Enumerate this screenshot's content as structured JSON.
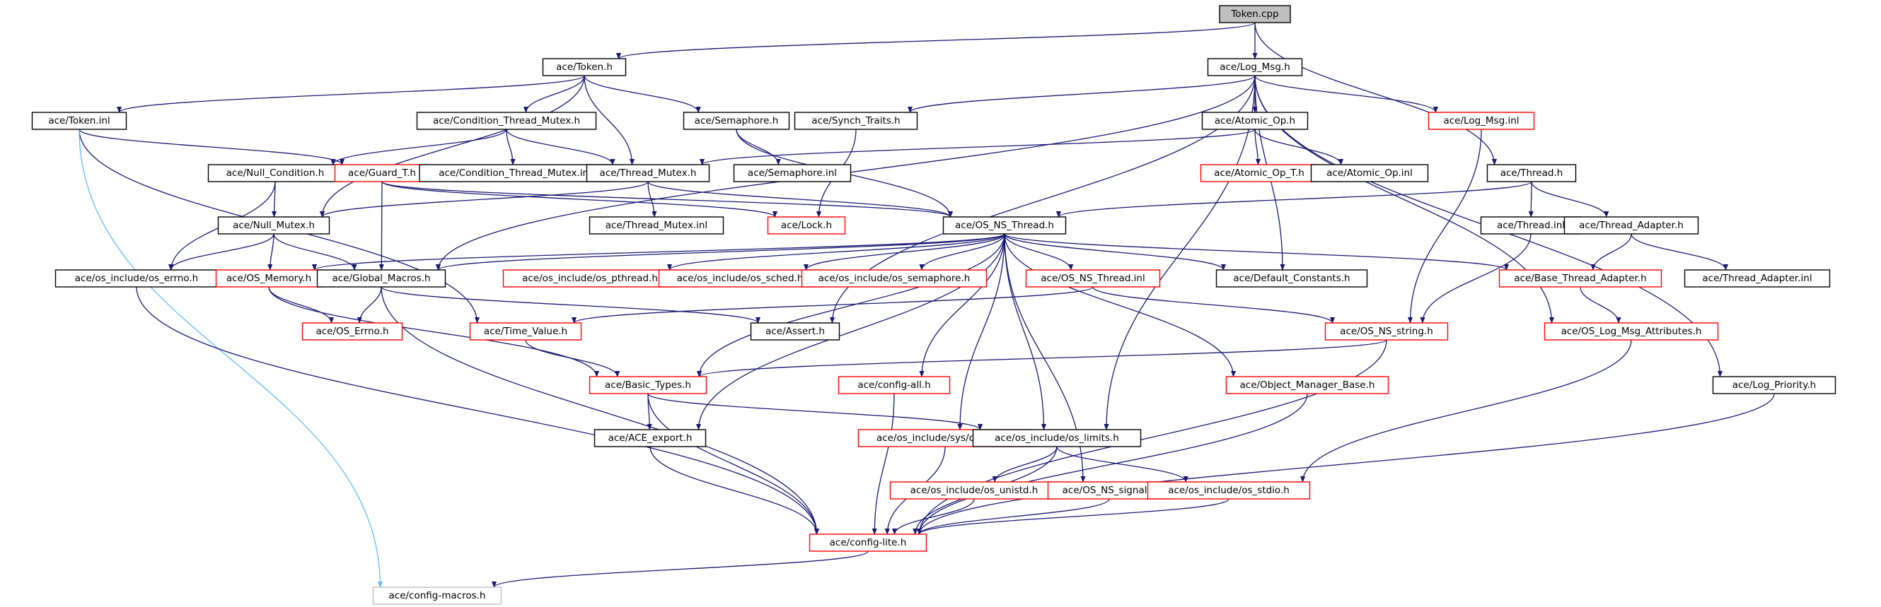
{
  "colors": {
    "normal_border": "#000000",
    "missing_border": "#ff0000",
    "external_border": "#bfbfbf",
    "root_fill": "#bfbfbf",
    "edge_primary": "#191970",
    "edge_external": "#63b8ff"
  },
  "nodes": [
    {
      "id": "token_cpp",
      "label": "Token.cpp",
      "kind": "root"
    },
    {
      "id": "token_h",
      "label": "ace/Token.h",
      "kind": "normal"
    },
    {
      "id": "log_msg_h",
      "label": "ace/Log_Msg.h",
      "kind": "normal"
    },
    {
      "id": "token_inl",
      "label": "ace/Token.inl",
      "kind": "normal"
    },
    {
      "id": "cond_thread_mutex_h",
      "label": "ace/Condition_Thread_Mutex.h",
      "kind": "normal"
    },
    {
      "id": "semaphore_h",
      "label": "ace/Semaphore.h",
      "kind": "normal"
    },
    {
      "id": "synch_traits_h",
      "label": "ace/Synch_Traits.h",
      "kind": "normal"
    },
    {
      "id": "atomic_op_h",
      "label": "ace/Atomic_Op.h",
      "kind": "normal"
    },
    {
      "id": "log_msg_inl",
      "label": "ace/Log_Msg.inl",
      "kind": "missing"
    },
    {
      "id": "thread_h",
      "label": "ace/Thread.h",
      "kind": "normal"
    },
    {
      "id": "null_condition_h",
      "label": "ace/Null_Condition.h",
      "kind": "normal"
    },
    {
      "id": "guard_t_h",
      "label": "ace/Guard_T.h",
      "kind": "missing"
    },
    {
      "id": "cond_thread_mutex_inl",
      "label": "ace/Condition_Thread_Mutex.inl",
      "kind": "normal"
    },
    {
      "id": "thread_mutex_h",
      "label": "ace/Thread_Mutex.h",
      "kind": "normal"
    },
    {
      "id": "semaphore_inl",
      "label": "ace/Semaphore.inl",
      "kind": "normal"
    },
    {
      "id": "atomic_op_t_h",
      "label": "ace/Atomic_Op_T.h",
      "kind": "missing"
    },
    {
      "id": "atomic_op_inl",
      "label": "ace/Atomic_Op.inl",
      "kind": "normal"
    },
    {
      "id": "null_mutex_h",
      "label": "ace/Null_Mutex.h",
      "kind": "normal"
    },
    {
      "id": "thread_mutex_inl",
      "label": "ace/Thread_Mutex.inl",
      "kind": "normal"
    },
    {
      "id": "lock_h",
      "label": "ace/Lock.h",
      "kind": "missing"
    },
    {
      "id": "os_ns_thread_h",
      "label": "ace/OS_NS_Thread.h",
      "kind": "normal"
    },
    {
      "id": "thread_inl",
      "label": "ace/Thread.inl",
      "kind": "normal"
    },
    {
      "id": "thread_adapter_h",
      "label": "ace/Thread_Adapter.h",
      "kind": "normal"
    },
    {
      "id": "os_errno_h",
      "label": "ace/os_include/os_errno.h",
      "kind": "normal"
    },
    {
      "id": "os_memory_h",
      "label": "ace/OS_Memory.h",
      "kind": "missing"
    },
    {
      "id": "global_macros_h",
      "label": "ace/Global_Macros.h",
      "kind": "normal"
    },
    {
      "id": "os_pthread_h",
      "label": "ace/os_include/os_pthread.h",
      "kind": "missing"
    },
    {
      "id": "os_sched_h",
      "label": "ace/os_include/os_sched.h",
      "kind": "missing"
    },
    {
      "id": "os_semaphore_h",
      "label": "ace/os_include/os_semaphore.h",
      "kind": "missing"
    },
    {
      "id": "os_ns_thread_inl",
      "label": "ace/OS_NS_Thread.inl",
      "kind": "missing"
    },
    {
      "id": "default_constants_h",
      "label": "ace/Default_Constants.h",
      "kind": "normal"
    },
    {
      "id": "base_thread_adapter_h",
      "label": "ace/Base_Thread_Adapter.h",
      "kind": "missing"
    },
    {
      "id": "thread_adapter_inl",
      "label": "ace/Thread_Adapter.inl",
      "kind": "normal"
    },
    {
      "id": "os_errno_ace_h",
      "label": "ace/OS_Errno.h",
      "kind": "missing"
    },
    {
      "id": "time_value_h",
      "label": "ace/Time_Value.h",
      "kind": "missing"
    },
    {
      "id": "assert_h",
      "label": "ace/Assert.h",
      "kind": "normal"
    },
    {
      "id": "os_ns_string_h",
      "label": "ace/OS_NS_string.h",
      "kind": "missing"
    },
    {
      "id": "os_log_msg_attr_h",
      "label": "ace/OS_Log_Msg_Attributes.h",
      "kind": "missing"
    },
    {
      "id": "basic_types_h",
      "label": "ace/Basic_Types.h",
      "kind": "missing"
    },
    {
      "id": "config_all_h",
      "label": "ace/config-all.h",
      "kind": "missing"
    },
    {
      "id": "object_manager_base_h",
      "label": "ace/Object_Manager_Base.h",
      "kind": "missing"
    },
    {
      "id": "log_priority_h",
      "label": "ace/Log_Priority.h",
      "kind": "normal"
    },
    {
      "id": "ace_export_h",
      "label": "ace/ACE_export.h",
      "kind": "normal"
    },
    {
      "id": "sys_os_sem_h",
      "label": "ace/os_include/sys/os_sem.h",
      "kind": "missing"
    },
    {
      "id": "os_limits_h",
      "label": "ace/os_include/os_limits.h",
      "kind": "normal"
    },
    {
      "id": "os_unistd_h",
      "label": "ace/os_include/os_unistd.h",
      "kind": "missing"
    },
    {
      "id": "os_ns_signal_h",
      "label": "ace/OS_NS_signal.h",
      "kind": "missing"
    },
    {
      "id": "os_stdio_h",
      "label": "ace/os_include/os_stdio.h",
      "kind": "missing"
    },
    {
      "id": "config_lite_h",
      "label": "ace/config-lite.h",
      "kind": "missing"
    },
    {
      "id": "config_macros_h",
      "label": "ace/config-macros.h",
      "kind": "external"
    }
  ],
  "edges": [
    {
      "from": "token_cpp",
      "to": "token_h"
    },
    {
      "from": "token_cpp",
      "to": "log_msg_h"
    },
    {
      "from": "token_cpp",
      "to": "thread_h"
    },
    {
      "from": "token_h",
      "to": "token_inl"
    },
    {
      "from": "token_h",
      "to": "cond_thread_mutex_h"
    },
    {
      "from": "token_h",
      "to": "semaphore_h"
    },
    {
      "from": "token_h",
      "to": "null_mutex_h"
    },
    {
      "from": "token_h",
      "to": "thread_mutex_h"
    },
    {
      "from": "token_inl",
      "to": "guard_t_h"
    },
    {
      "from": "token_inl",
      "to": "time_value_h"
    },
    {
      "from": "token_inl",
      "to": "config_macros_h",
      "style": "external"
    },
    {
      "from": "cond_thread_mutex_h",
      "to": "null_condition_h"
    },
    {
      "from": "cond_thread_mutex_h",
      "to": "cond_thread_mutex_inl"
    },
    {
      "from": "cond_thread_mutex_h",
      "to": "thread_mutex_h"
    },
    {
      "from": "semaphore_h",
      "to": "semaphore_inl"
    },
    {
      "from": "semaphore_h",
      "to": "os_ns_thread_h"
    },
    {
      "from": "log_msg_h",
      "to": "synch_traits_h"
    },
    {
      "from": "log_msg_h",
      "to": "atomic_op_h"
    },
    {
      "from": "log_msg_h",
      "to": "log_msg_inl"
    },
    {
      "from": "log_msg_h",
      "to": "default_constants_h"
    },
    {
      "from": "log_msg_h",
      "to": "global_macros_h"
    },
    {
      "from": "log_msg_h",
      "to": "os_log_msg_attr_h"
    },
    {
      "from": "log_msg_h",
      "to": "log_priority_h"
    },
    {
      "from": "log_msg_h",
      "to": "assert_h"
    },
    {
      "from": "log_msg_h",
      "to": "os_limits_h"
    },
    {
      "from": "synch_traits_h",
      "to": "lock_h"
    },
    {
      "from": "atomic_op_h",
      "to": "atomic_op_t_h"
    },
    {
      "from": "atomic_op_h",
      "to": "atomic_op_inl"
    },
    {
      "from": "atomic_op_h",
      "to": "thread_mutex_h"
    },
    {
      "from": "log_msg_inl",
      "to": "os_ns_string_h"
    },
    {
      "from": "thread_h",
      "to": "os_ns_thread_h"
    },
    {
      "from": "thread_h",
      "to": "thread_inl"
    },
    {
      "from": "thread_h",
      "to": "thread_adapter_h"
    },
    {
      "from": "thread_inl",
      "to": "os_ns_string_h"
    },
    {
      "from": "thread_adapter_h",
      "to": "base_thread_adapter_h"
    },
    {
      "from": "thread_adapter_h",
      "to": "thread_adapter_inl"
    },
    {
      "from": "null_condition_h",
      "to": "null_mutex_h"
    },
    {
      "from": "null_condition_h",
      "to": "os_errno_h"
    },
    {
      "from": "guard_t_h",
      "to": "lock_h"
    },
    {
      "from": "guard_t_h",
      "to": "global_macros_h"
    },
    {
      "from": "guard_t_h",
      "to": "os_ns_thread_h"
    },
    {
      "from": "thread_mutex_h",
      "to": "thread_mutex_inl"
    },
    {
      "from": "thread_mutex_h",
      "to": "os_ns_thread_h"
    },
    {
      "from": "thread_mutex_h",
      "to": "null_mutex_h"
    },
    {
      "from": "null_mutex_h",
      "to": "os_errno_h"
    },
    {
      "from": "null_mutex_h",
      "to": "os_memory_h"
    },
    {
      "from": "null_mutex_h",
      "to": "global_macros_h"
    },
    {
      "from": "os_ns_thread_h",
      "to": "os_memory_h"
    },
    {
      "from": "os_ns_thread_h",
      "to": "global_macros_h"
    },
    {
      "from": "os_ns_thread_h",
      "to": "os_pthread_h"
    },
    {
      "from": "os_ns_thread_h",
      "to": "os_sched_h"
    },
    {
      "from": "os_ns_thread_h",
      "to": "os_semaphore_h"
    },
    {
      "from": "os_ns_thread_h",
      "to": "os_ns_thread_inl"
    },
    {
      "from": "os_ns_thread_h",
      "to": "default_constants_h"
    },
    {
      "from": "os_ns_thread_h",
      "to": "base_thread_adapter_h"
    },
    {
      "from": "os_ns_thread_h",
      "to": "basic_types_h"
    },
    {
      "from": "os_ns_thread_h",
      "to": "ace_export_h"
    },
    {
      "from": "os_ns_thread_h",
      "to": "config_all_h"
    },
    {
      "from": "os_ns_thread_h",
      "to": "sys_os_sem_h"
    },
    {
      "from": "os_ns_thread_h",
      "to": "os_ns_signal_h"
    },
    {
      "from": "os_ns_thread_h",
      "to": "object_manager_base_h"
    },
    {
      "from": "os_ns_thread_h",
      "to": "os_limits_h"
    },
    {
      "from": "os_ns_thread_inl",
      "to": "time_value_h"
    },
    {
      "from": "os_ns_thread_inl",
      "to": "os_ns_string_h"
    },
    {
      "from": "os_errno_h",
      "to": "config_lite_h"
    },
    {
      "from": "os_memory_h",
      "to": "os_errno_ace_h"
    },
    {
      "from": "os_memory_h",
      "to": "basic_types_h"
    },
    {
      "from": "global_macros_h",
      "to": "os_errno_ace_h"
    },
    {
      "from": "global_macros_h",
      "to": "assert_h"
    },
    {
      "from": "global_macros_h",
      "to": "config_lite_h"
    },
    {
      "from": "time_value_h",
      "to": "basic_types_h"
    },
    {
      "from": "os_ns_string_h",
      "to": "basic_types_h"
    },
    {
      "from": "os_ns_string_h",
      "to": "config_lite_h"
    },
    {
      "from": "base_thread_adapter_h",
      "to": "os_log_msg_attr_h"
    },
    {
      "from": "os_log_msg_attr_h",
      "to": "os_stdio_h"
    },
    {
      "from": "basic_types_h",
      "to": "ace_export_h"
    },
    {
      "from": "basic_types_h",
      "to": "os_limits_h"
    },
    {
      "from": "basic_types_h",
      "to": "config_lite_h"
    },
    {
      "from": "config_all_h",
      "to": "config_lite_h"
    },
    {
      "from": "object_manager_base_h",
      "to": "config_lite_h"
    },
    {
      "from": "log_priority_h",
      "to": "config_lite_h"
    },
    {
      "from": "ace_export_h",
      "to": "config_lite_h"
    },
    {
      "from": "sys_os_sem_h",
      "to": "config_lite_h"
    },
    {
      "from": "os_limits_h",
      "to": "os_unistd_h"
    },
    {
      "from": "os_limits_h",
      "to": "os_stdio_h"
    },
    {
      "from": "os_limits_h",
      "to": "config_lite_h"
    },
    {
      "from": "os_unistd_h",
      "to": "config_lite_h"
    },
    {
      "from": "os_ns_signal_h",
      "to": "config_lite_h"
    },
    {
      "from": "os_stdio_h",
      "to": "config_lite_h"
    },
    {
      "from": "config_lite_h",
      "to": "config_macros_h"
    }
  ]
}
